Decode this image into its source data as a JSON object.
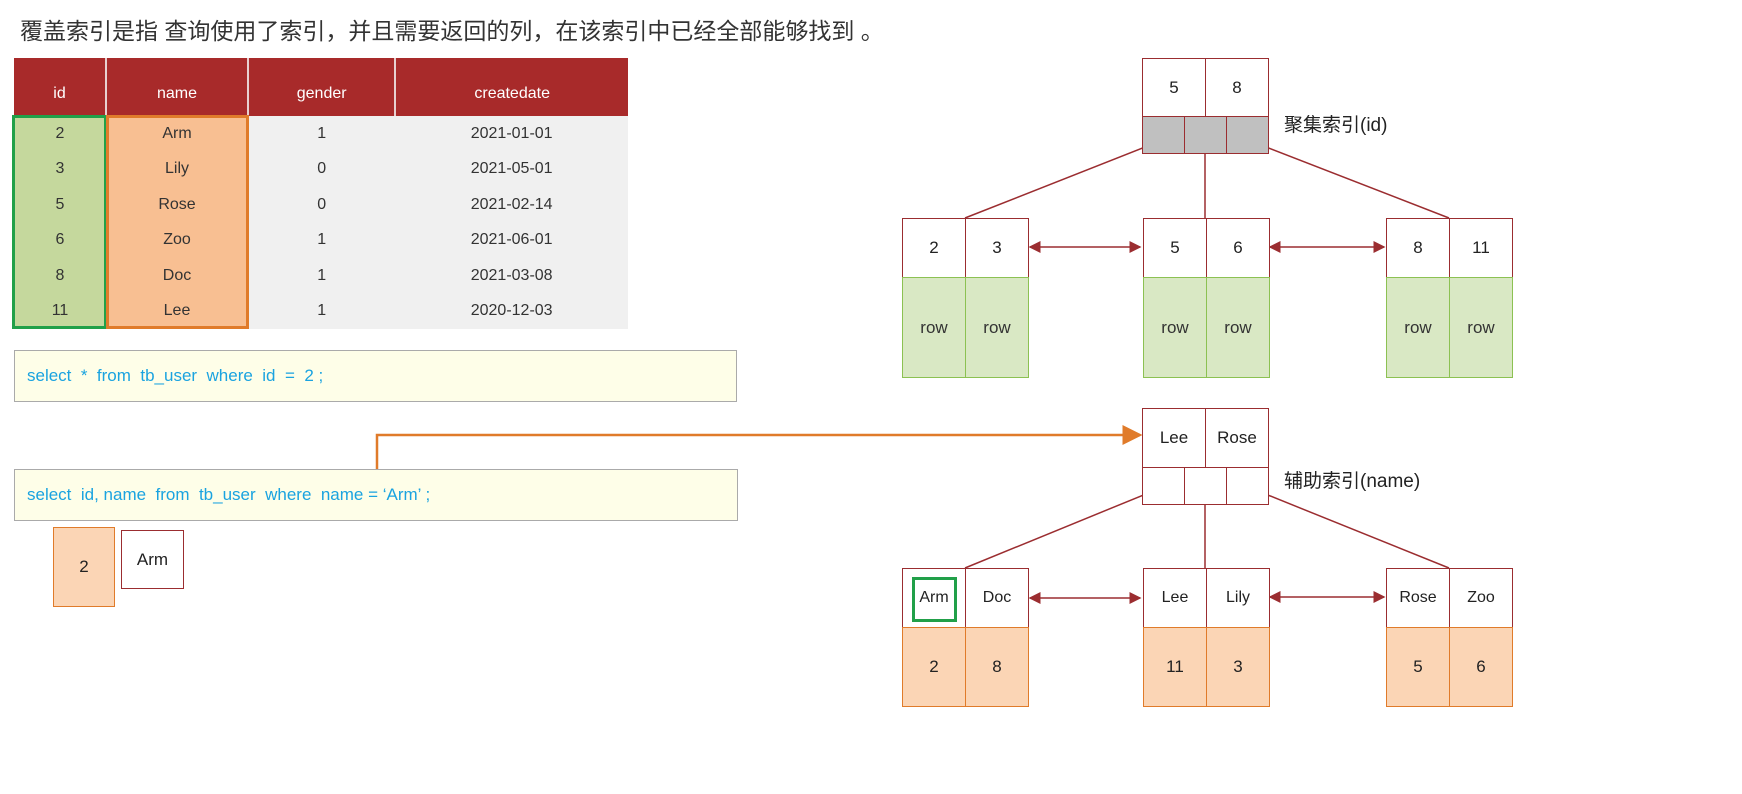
{
  "title": "覆盖索引是指 查询使用了索引，并且需要返回的列，在该索引中已经全部能够找到 。",
  "table": {
    "headers": [
      "id",
      "name",
      "gender",
      "createdate"
    ],
    "rows": [
      [
        "2",
        "Arm",
        "1",
        "2021-01-01"
      ],
      [
        "3",
        "Lily",
        "0",
        "2021-05-01"
      ],
      [
        "5",
        "Rose",
        "0",
        "2021-02-14"
      ],
      [
        "6",
        "Zoo",
        "1",
        "2021-06-01"
      ],
      [
        "8",
        "Doc",
        "1",
        "2021-03-08"
      ],
      [
        "11",
        "Lee",
        "1",
        "2020-12-03"
      ]
    ]
  },
  "sql": [
    "select  *  from  tb_user  where  id  =  2 ;",
    "select  id, name  from  tb_user  where  name = ‘Arm’ ;"
  ],
  "result": {
    "id": "2",
    "name": "Arm"
  },
  "clustered": {
    "label": "聚集索引(id)",
    "root": [
      "5",
      "8"
    ],
    "leaves": [
      {
        "keys": [
          "2",
          "3"
        ],
        "rows": [
          "row",
          "row"
        ]
      },
      {
        "keys": [
          "5",
          "6"
        ],
        "rows": [
          "row",
          "row"
        ]
      },
      {
        "keys": [
          "8",
          "11"
        ],
        "rows": [
          "row",
          "row"
        ]
      }
    ]
  },
  "secondary": {
    "label": "辅助索引(name)",
    "root": [
      "Lee",
      "Rose"
    ],
    "leaves": [
      {
        "keys": [
          "Arm",
          "Doc"
        ],
        "ids": [
          "2",
          "8"
        ]
      },
      {
        "keys": [
          "Lee",
          "Lily"
        ],
        "ids": [
          "11",
          "3"
        ]
      },
      {
        "keys": [
          "Rose",
          "Zoo"
        ],
        "ids": [
          "5",
          "6"
        ]
      }
    ]
  },
  "colors": {
    "header": "#a82a2a",
    "tree": "#9b2d30",
    "green": "#21a049",
    "orange": "#e07b2a",
    "sql": "#1aa3e0"
  }
}
